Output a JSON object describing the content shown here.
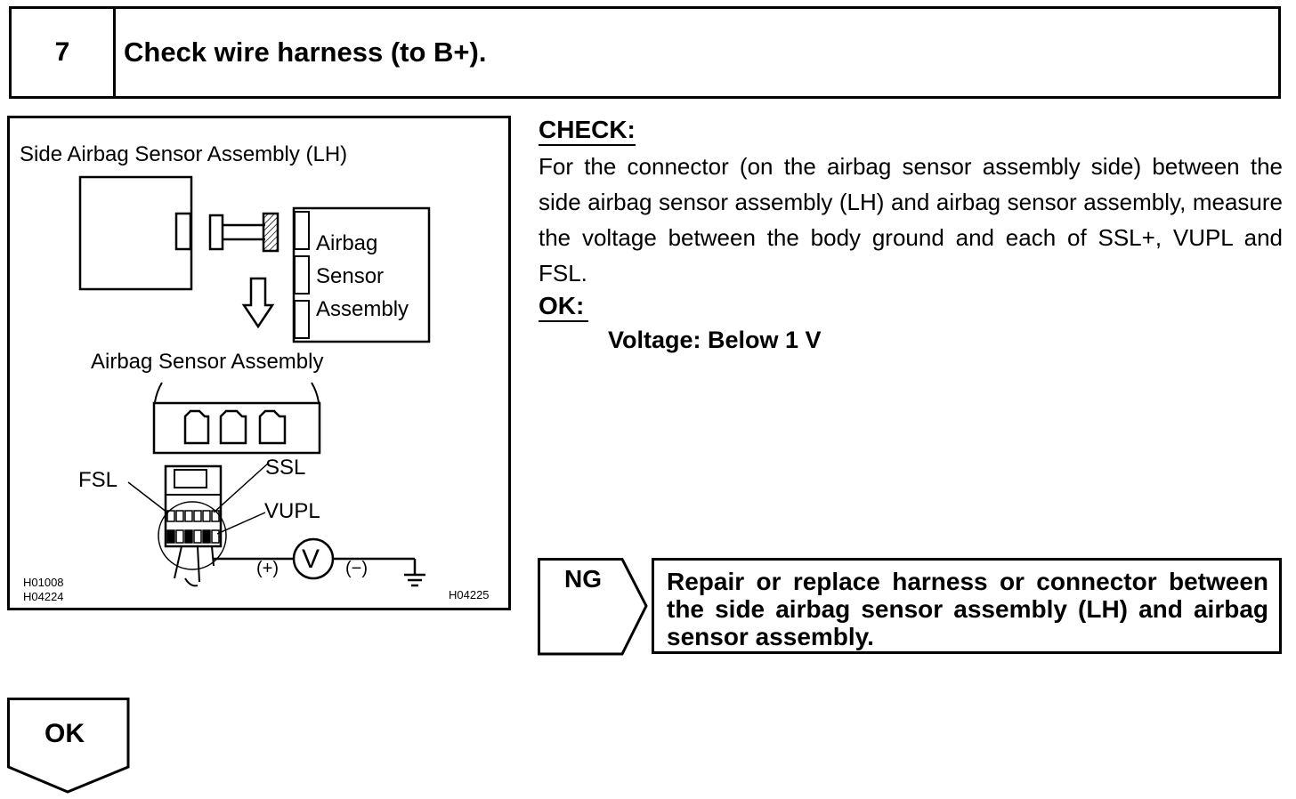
{
  "step": {
    "number": "7",
    "title": "Check wire harness (to B+)."
  },
  "diagram": {
    "title": "Side Airbag Sensor Assembly (LH)",
    "airbag_sensor_label_lines": [
      "Airbag",
      "Sensor",
      "Assembly"
    ],
    "airbag_sensor_assembly_label": "Airbag Sensor Assembly",
    "terminals": {
      "fsl": "FSL",
      "ssl": "SSL",
      "vupl": "VUPL"
    },
    "meter": {
      "symbol": "V",
      "plus": "(+)",
      "minus": "(−)"
    },
    "codes": {
      "left_top": "H01008",
      "left_bottom": "H04224",
      "right": "H04225"
    }
  },
  "check": {
    "heading": "CHECK:",
    "body": "For the connector (on the airbag sensor assembly side) between the side airbag sensor assembly (LH) and airbag sensor assembly, measure the voltage between the body ground and each of SSL+, VUPL and FSL."
  },
  "ok": {
    "heading": "OK:",
    "spec": "Voltage: Below 1 V"
  },
  "ng": {
    "label": "NG",
    "action": "Repair or replace harness or connector between the side airbag sensor assembly (LH) and airbag sensor assembly."
  },
  "ok_flow": {
    "label": "OK"
  }
}
